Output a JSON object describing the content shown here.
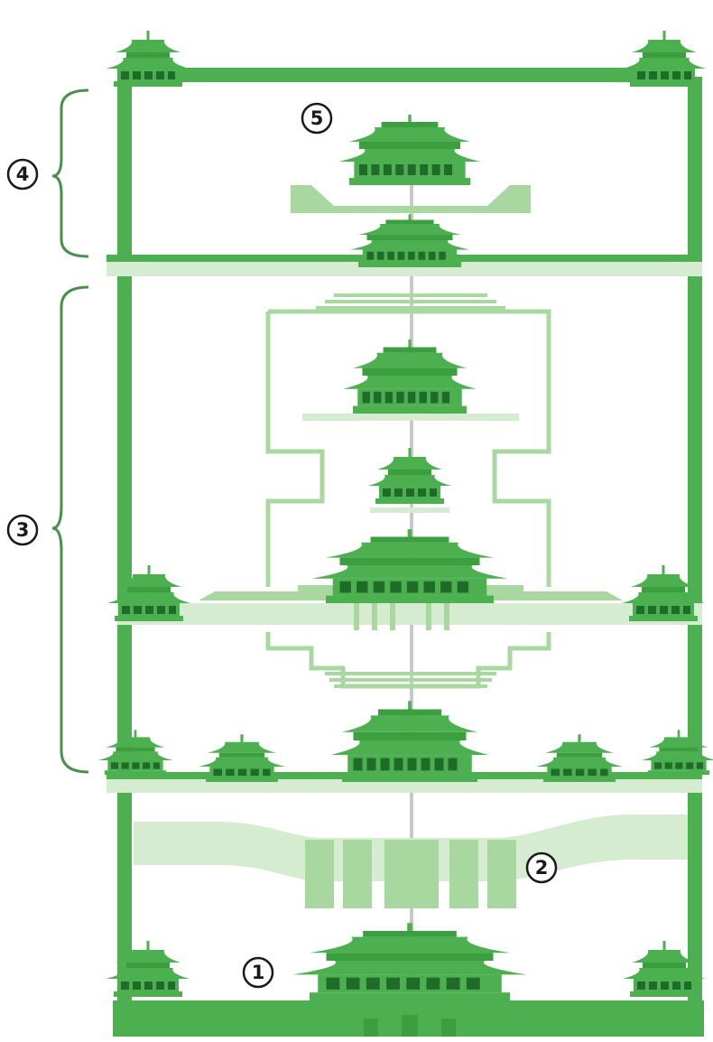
{
  "colors": {
    "primary": "#4caf50",
    "dark": "#3c9f3f",
    "light": "#a8d8a0",
    "pale": "#d6ecd0",
    "window": "#1f6b28",
    "brace": "#4a8f4a"
  },
  "markers": {
    "m1": "1",
    "m2": "2",
    "m3": "3",
    "m4": "4",
    "m5": "5"
  }
}
